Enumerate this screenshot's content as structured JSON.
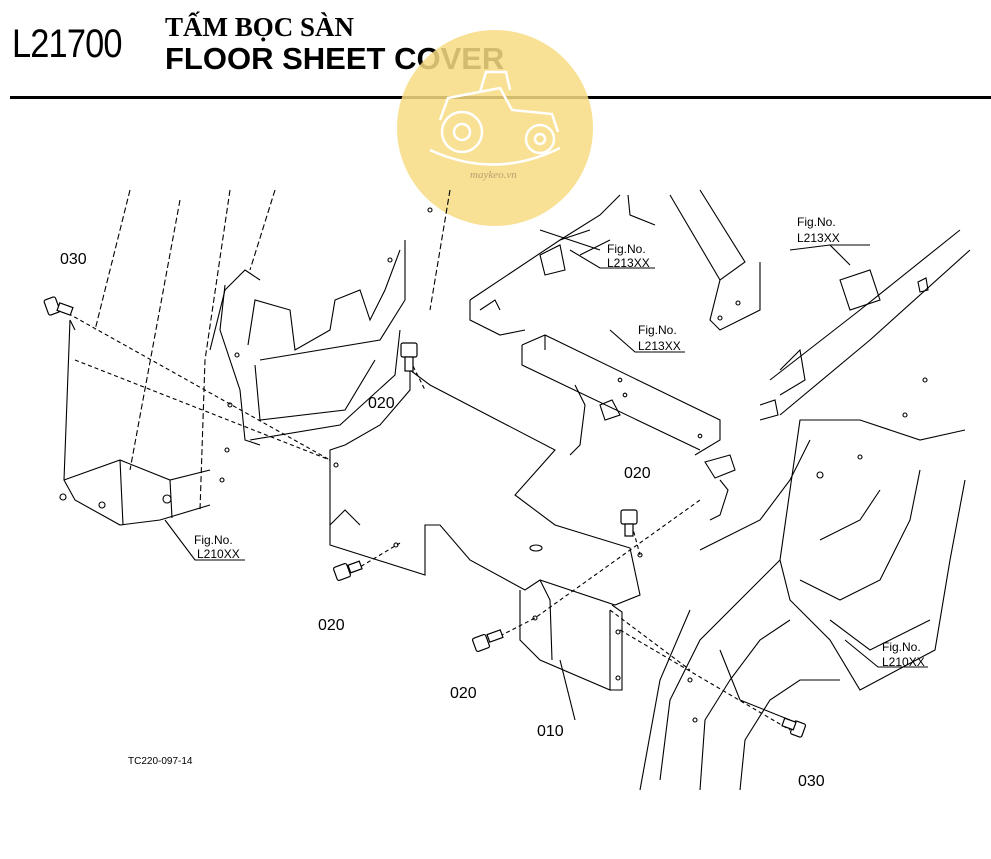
{
  "header": {
    "code": "L21700",
    "title_vi": "TẤM BỌC SÀN",
    "title_en": "FLOOR SHEET COVER"
  },
  "watermark": {
    "text": "maykeo.vn",
    "color": "#f7dc83"
  },
  "parts": {
    "p030_top": "030",
    "p020_a": "020",
    "p020_b": "020",
    "p020_c": "020",
    "p020_d": "020",
    "p010": "010",
    "p030_bottom": "030"
  },
  "figrefs": {
    "fig_l210_left": {
      "label": "Fig.No.",
      "ref": "L210XX"
    },
    "fig_l213_a": {
      "label": "Fig.No.",
      "ref": "L213XX"
    },
    "fig_l213_b": {
      "label": "Fig.No.",
      "ref": "L213XX"
    },
    "fig_l213_c": {
      "label": "Fig.No.",
      "ref": "L213XX"
    },
    "fig_l210_right": {
      "label": "Fig.No.",
      "ref": "L210XX"
    }
  },
  "drawing_code": "TC220-097-14"
}
